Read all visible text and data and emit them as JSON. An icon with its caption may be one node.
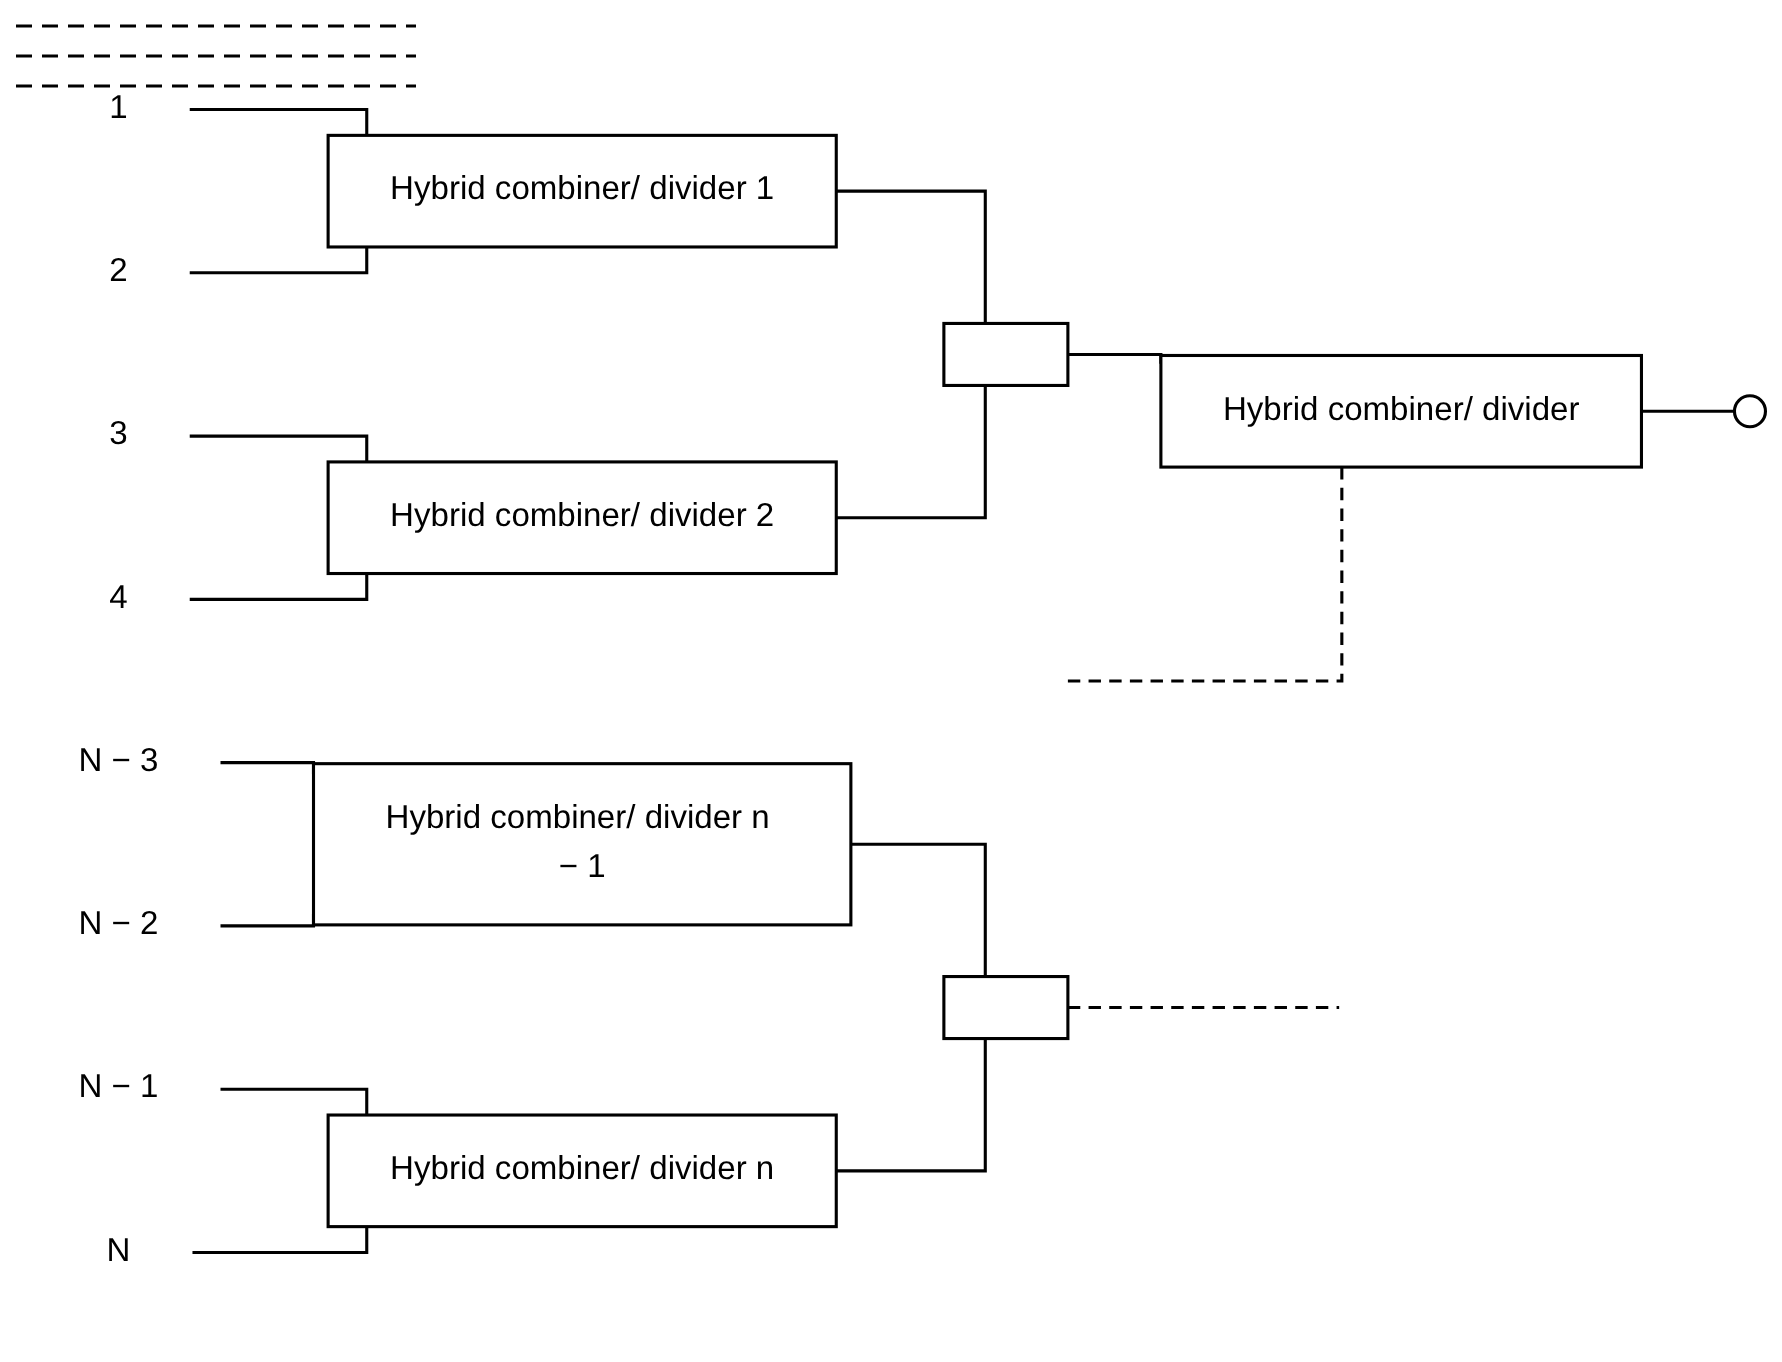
{
  "diagram": {
    "nodes": [
      {
        "text": [
          "1"
        ]
      },
      {
        "text": [
          "2"
        ]
      },
      {
        "text": [
          "Hybrid combiner/ divider 1"
        ]
      },
      {
        "text": [
          "3"
        ]
      },
      {
        "text": [
          "4"
        ]
      },
      {
        "text": [
          "Hybrid combiner/ divider 2"
        ]
      },
      {
        "text": [],
        "shape": "box"
      },
      {
        "text": [
          "Hybrid combiner/ divider"
        ]
      },
      {
        "text": [],
        "shape": "circle"
      },
      {
        "text": [
          "N − 3"
        ]
      },
      {
        "text": [
          "N − 2"
        ]
      },
      {
        "text": [
          "Hybrid combiner/ divider n − 1"
        ]
      },
      {
        "text": [
          "N − 1"
        ]
      },
      {
        "text": [
          "N"
        ]
      },
      {
        "text": [
          "Hybrid combiner/ divider n"
        ]
      },
      {
        "text": [],
        "shape": "box"
      }
    ],
    "edges": [
      {
        "from": 0,
        "to": 2,
        "arrow": "none"
      },
      {
        "from": 1,
        "to": 2,
        "arrow": "none"
      },
      {
        "from": 3,
        "to": 5,
        "arrow": "none"
      },
      {
        "from": 4,
        "to": 5,
        "arrow": "none"
      },
      {
        "from": 2,
        "to": 6,
        "arrow": "none"
      },
      {
        "from": 5,
        "to": 6,
        "arrow": "none"
      },
      {
        "from": 6,
        "to": 7,
        "arrow": "none"
      },
      {
        "from": null,
        "to": 7,
        "arrow": "none",
        "style": "dashed"
      },
      {
        "from": 7,
        "to": 8,
        "arrow": "none"
      },
      {
        "from": 9,
        "to": 11,
        "arrow": "none"
      },
      {
        "from": 10,
        "to": 11,
        "arrow": "none"
      },
      {
        "from": 12,
        "to": 14,
        "arrow": "none"
      },
      {
        "from": 13,
        "to": 14,
        "arrow": "none"
      },
      {
        "from": 11,
        "to": 15,
        "arrow": "none"
      },
      {
        "from": 14,
        "to": 15,
        "arrow": "none"
      },
      {
        "from": 15,
        "to": null,
        "arrow": "none",
        "style": "dashed"
      }
    ]
  }
}
